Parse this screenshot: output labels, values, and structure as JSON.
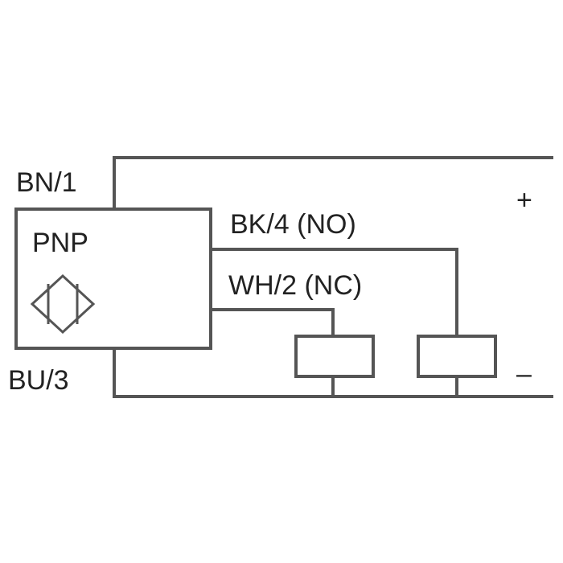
{
  "diagram": {
    "sensor_type": "PNP",
    "wires": {
      "brown": "BN/1",
      "black": "BK/4 (NO)",
      "white": "WH/2 (NC)",
      "blue": "BU/3"
    },
    "supply": {
      "positive": "+",
      "negative": "–"
    },
    "colors": {
      "line": "#555555",
      "text": "#222222",
      "background": "#ffffff"
    }
  }
}
